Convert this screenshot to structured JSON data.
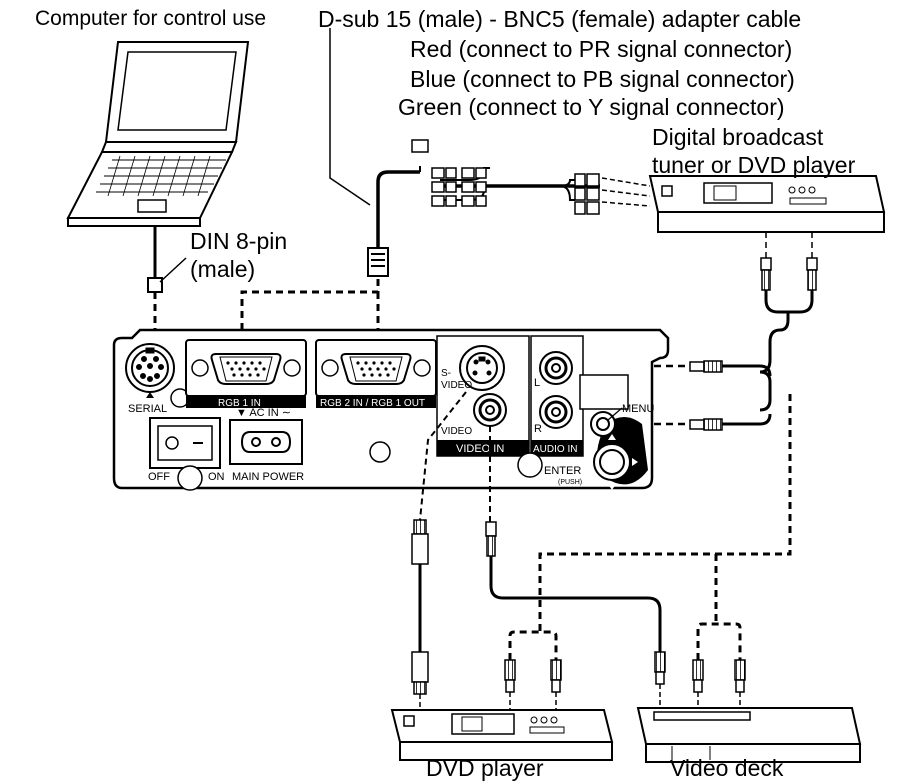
{
  "labels": {
    "computer": "Computer for control use",
    "cable_title": "D-sub 15 (male) - BNC5 (female) adapter cable",
    "cable_red": "Red (connect to PR signal connector)",
    "cable_blue": "Blue (connect to PB signal connector)",
    "cable_green": "Green (connect to Y signal connector)",
    "tuner_line1": "Digital broadcast",
    "tuner_line2": "tuner or DVD player",
    "din_line1": "DIN 8-pin",
    "din_line2": "(male)",
    "dvd_player": "DVD player",
    "video_deck": "Video deck"
  },
  "panel": {
    "serial": "SERIAL",
    "rgb1_in": "RGB 1 IN",
    "rgb2_in_rgb1_out": "RGB 2 IN / RGB 1 OUT",
    "s_video_1": "S-",
    "s_video_2": "VIDEO",
    "video": "VIDEO",
    "video_in": "VIDEO IN",
    "audio_in": "AUDIO IN",
    "audio_l": "L",
    "audio_r": "R",
    "menu": "MENU",
    "enter": "ENTER",
    "push": "(PUSH)",
    "ac_in": "▼ AC IN ∼",
    "main_power": "MAIN POWER",
    "off": "OFF",
    "on": "ON"
  },
  "colors": {
    "line": "#000000",
    "background": "#ffffff"
  }
}
